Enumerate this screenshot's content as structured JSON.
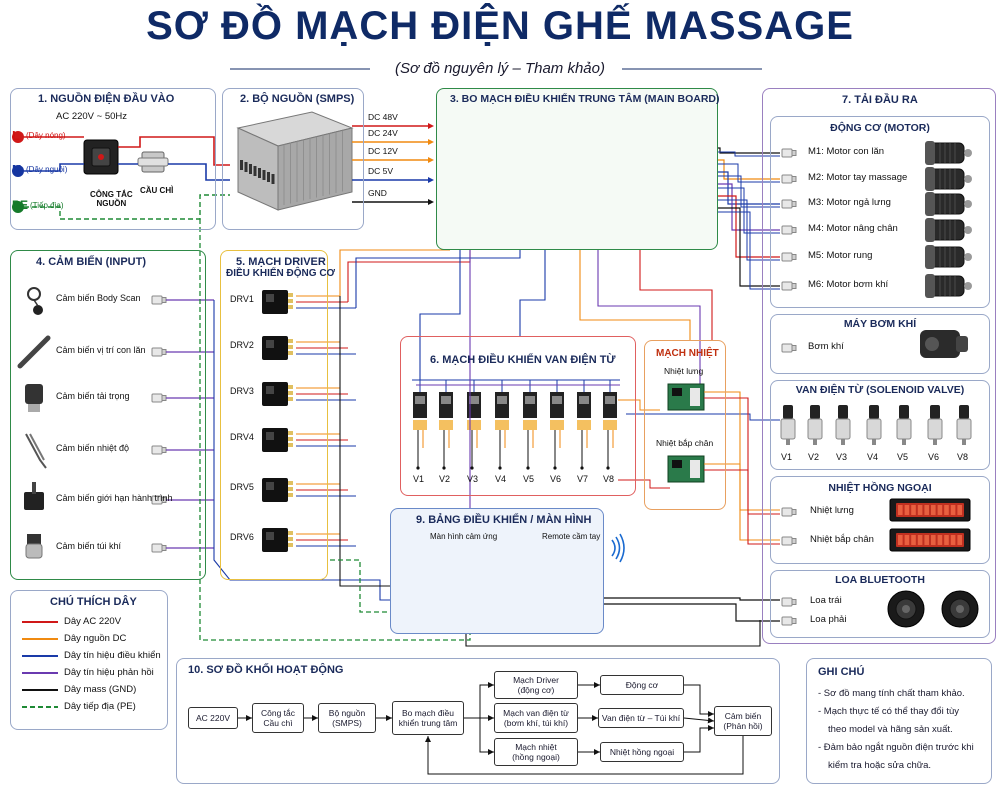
{
  "title": "SƠ ĐỒ MẠCH ĐIỆN GHẾ MASSAGE",
  "subtitle": "(Sơ đồ nguyên lý – Tham khảo)",
  "sections": {
    "input_power": {
      "title": "1. NGUỒN ĐIỆN ĐẦU VÀO",
      "spec": "AC 220V ~ 50Hz",
      "L": "L",
      "L_desc": "(Dây nóng)",
      "N": "N",
      "N_desc": "(Dây nguội)",
      "PE": "PE",
      "PE_desc": "(Tiếp địa)",
      "switch": "CÔNG TẮC\nNGUỒN",
      "fuse": "CẦU CHÌ"
    },
    "smps": {
      "title": "2. BỘ NGUỒN (SMPS)",
      "outputs": [
        "DC 48V",
        "DC 24V",
        "DC 12V",
        "DC 5V",
        "GND"
      ]
    },
    "main_board": {
      "title": "3. BO MẠCH ĐIỀU KHIỂN TRUNG TÂM (MAIN BOARD)"
    },
    "sensors": {
      "title": "4. CẢM BIẾN (INPUT)",
      "items": [
        "Cảm biến Body Scan",
        "Cảm biến vị trí con lăn",
        "Cảm biến tải trọng",
        "Cảm biến nhiệt độ",
        "Cảm biến giới hạn hành trình",
        "Cảm biến túi khí"
      ]
    },
    "driver": {
      "title": "5. MẠCH DRIVER",
      "title2": "ĐIỀU KHIỂN ĐỘNG CƠ",
      "items": [
        "DRV1",
        "DRV2",
        "DRV3",
        "DRV4",
        "DRV5",
        "DRV6"
      ]
    },
    "valve_ctrl": {
      "title": "6. MẠCH ĐIỀU KHIỂN VAN ĐIỆN TỪ",
      "items": [
        "V1",
        "V2",
        "V3",
        "V4",
        "V5",
        "V6",
        "V7",
        "V8"
      ]
    },
    "heat": {
      "title": "MẠCH NHIỆT",
      "items": [
        "Nhiệt lưng",
        "Nhiệt bắp chân"
      ]
    },
    "outputs": {
      "title": "7. TẢI ĐẦU RA",
      "motor_title": "ĐỘNG CƠ (MOTOR)",
      "motors": [
        "M1: Motor con lăn",
        "M2: Motor tay massage",
        "M3: Motor ngả lưng",
        "M4: Motor nâng chân",
        "M5: Motor rung",
        "M6: Motor bơm khí"
      ],
      "pump_title": "MÁY BƠM KHÍ",
      "pump": "Bơm khí",
      "solenoid_title": "VAN ĐIỆN TỪ (SOLENOID VALVE)",
      "solenoids": [
        "V1",
        "V2",
        "V3",
        "V4",
        "V5",
        "V6",
        "V8"
      ],
      "ir_title": "NHIỆT HỒNG NGOẠI",
      "ir": [
        "Nhiệt lưng",
        "Nhiệt bắp chân"
      ],
      "speaker_title": "LOA BLUETOOTH",
      "speakers": [
        "Loa trái",
        "Loa phải"
      ]
    },
    "panel": {
      "title": "9. BẢNG ĐIỀU KHIỂN / MÀN HÌNH",
      "screen": "Màn hình cảm ứng",
      "remote": "Remote cầm tay"
    },
    "legend": {
      "title": "CHÚ THÍCH DÂY",
      "items": [
        {
          "label": "Dây AC 220V",
          "color": "#d01818"
        },
        {
          "label": "Dây nguồn DC",
          "color": "#f08a10"
        },
        {
          "label": "Dây tín hiệu điều khiển",
          "color": "#1a3aa8"
        },
        {
          "label": "Dây tín hiệu phản hồi",
          "color": "#6a3ab0"
        },
        {
          "label": "Dây mass (GND)",
          "color": "#111111"
        },
        {
          "label": "Dây tiếp địa (PE)",
          "color": "#1f8a35"
        }
      ]
    },
    "block": {
      "title": "10. SƠ ĐỒ KHỐI HOẠT ĐỘNG",
      "ac": "AC 220V",
      "switch": "Công tắc\nCầu chì",
      "smps": "Bộ nguồn\n(SMPS)",
      "main": "Bo mạch điều\nkhiển trung tâm",
      "driver": "Mạch Driver\n(động cơ)",
      "valve": "Mạch van điện từ\n(bơm khí, túi khí)",
      "heat": "Mạch nhiệt\n(hồng ngoại)",
      "motor": "Động cơ",
      "valve_out": "Van điện từ – Túi khí",
      "ir_out": "Nhiệt hồng ngoại",
      "sensor": "Cảm biến\n(Phản hồi)"
    },
    "notes": {
      "title": "GHI CHÚ",
      "lines": [
        "-  Sơ đồ mang tính chất tham khảo.",
        "-  Mạch thực tế có thể thay đổi tùy",
        "theo model và hãng sản xuất.",
        "-  Đảm bảo ngắt nguồn điện trước khi",
        "kiểm tra hoặc sửa chữa."
      ]
    }
  },
  "colors": {
    "ac": "#d01818",
    "dc": "#f08a10",
    "ctrl": "#1a3aa8",
    "fb": "#6a3ab0",
    "gnd": "#111111",
    "pe": "#1f8a35",
    "title": "#0f2a66",
    "board": "#1f6b3a"
  },
  "icons": [
    "power-switch-icon",
    "fuse-icon",
    "smps-icon",
    "pcb-icon",
    "sensor-icon",
    "driver-board-icon",
    "relay-icon",
    "motor-icon",
    "pump-icon",
    "solenoid-icon",
    "ir-heater-icon",
    "speaker-icon",
    "touchscreen-icon",
    "remote-icon",
    "wifi-icon"
  ]
}
